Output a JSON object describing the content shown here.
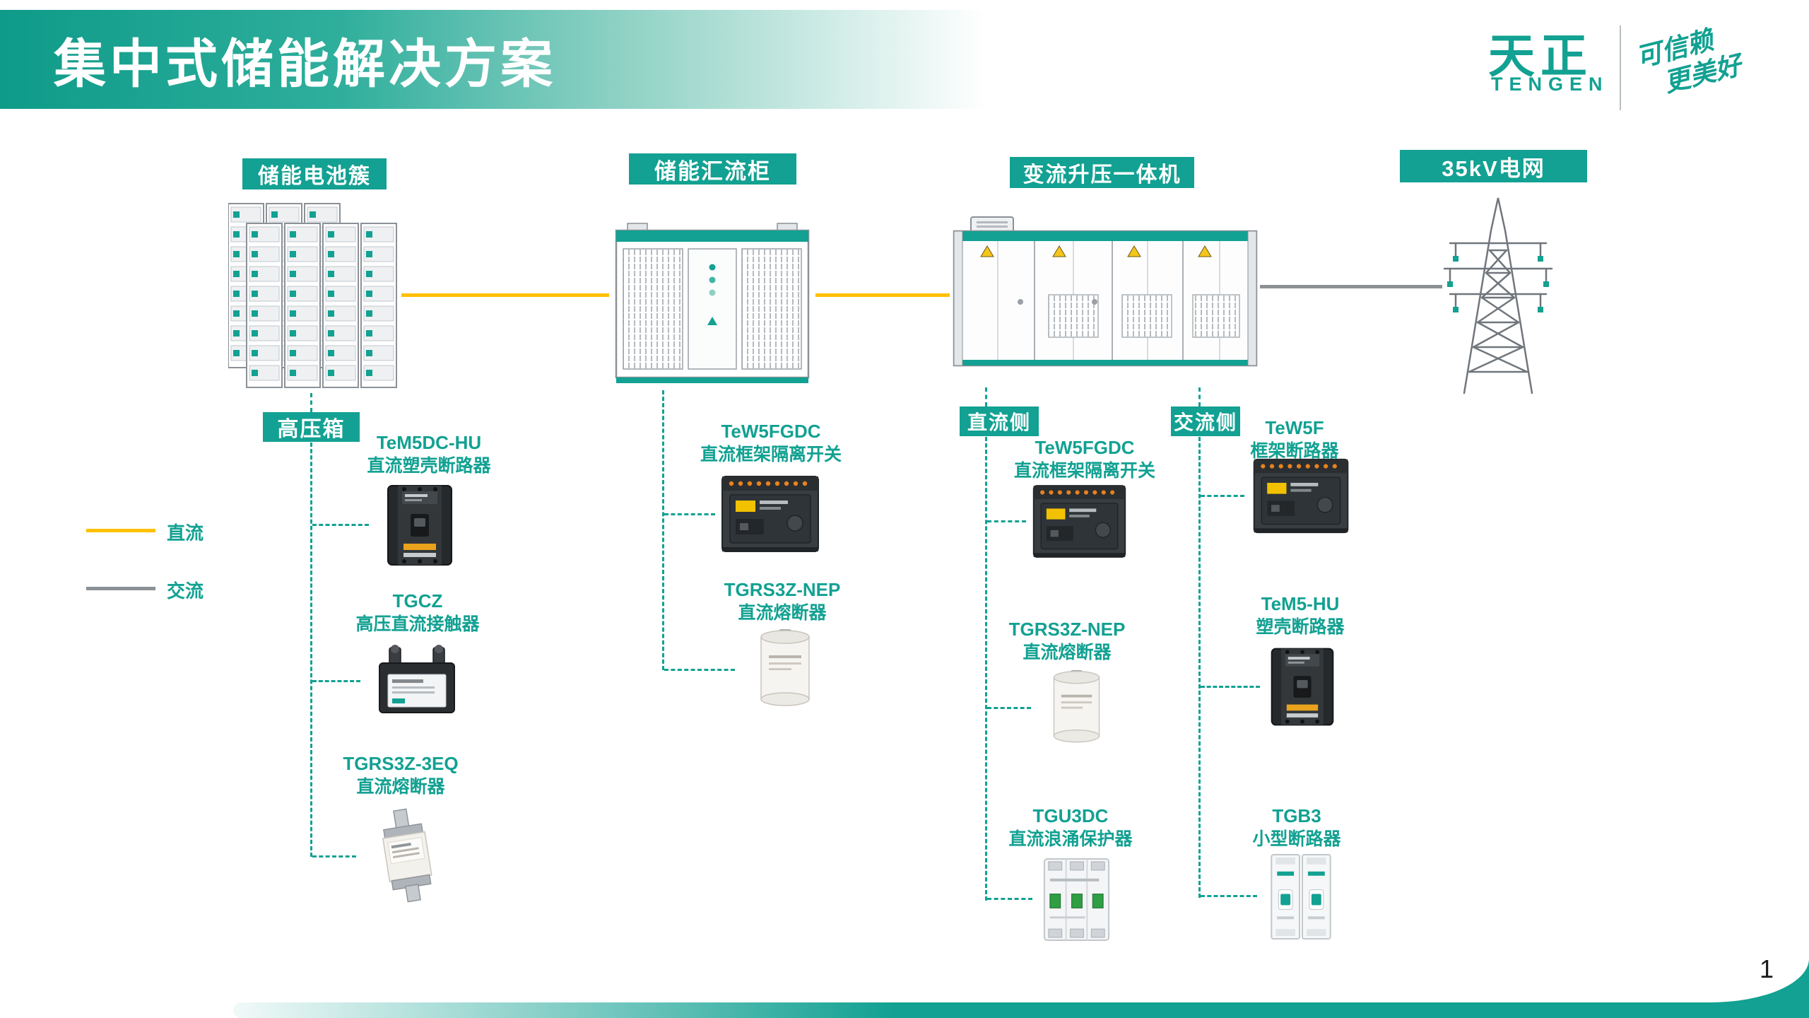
{
  "page": {
    "title": "集中式储能解决方案",
    "page_number": "1"
  },
  "brand": {
    "logo_cn": "天正",
    "logo_en": "TENGEN",
    "slogan_line1": "可信赖",
    "slogan_line2": "更美好"
  },
  "colors": {
    "accent_teal": "#12A192",
    "dc_yellow": "#FFC000",
    "ac_gray": "#8C9196"
  },
  "legend": {
    "dc_label": "直流",
    "ac_label": "交流"
  },
  "components": {
    "battery_cluster": "储能电池簇",
    "combiner_cabinet": "储能汇流柜",
    "converter_unit": "变流升压一体机",
    "grid": "35kV电网"
  },
  "section_labels": {
    "hv_box": "高压箱",
    "dc_side": "直流侧",
    "ac_side": "交流侧"
  },
  "products": {
    "battery": [
      {
        "model": "TeM5DC-HU",
        "desc": "直流塑壳断路器"
      },
      {
        "model": "TGCZ",
        "desc": "高压直流接触器"
      },
      {
        "model": "TGRS3Z-3EQ",
        "desc": "直流熔断器"
      }
    ],
    "combiner": [
      {
        "model": "TeW5FGDC",
        "desc": "直流框架隔离开关"
      },
      {
        "model": "TGRS3Z-NEP",
        "desc": "直流熔断器"
      }
    ],
    "dc_side": [
      {
        "model": "TeW5FGDC",
        "desc": "直流框架隔离开关"
      },
      {
        "model": "TGRS3Z-NEP",
        "desc": "直流熔断器"
      },
      {
        "model": "TGU3DC",
        "desc": "直流浪涌保护器"
      }
    ],
    "ac_side": [
      {
        "model": "TeW5F",
        "desc": "框架断路器"
      },
      {
        "model": "TeM5-HU",
        "desc": "塑壳断路器"
      },
      {
        "model": "TGB3",
        "desc": "小型断路器"
      }
    ]
  }
}
